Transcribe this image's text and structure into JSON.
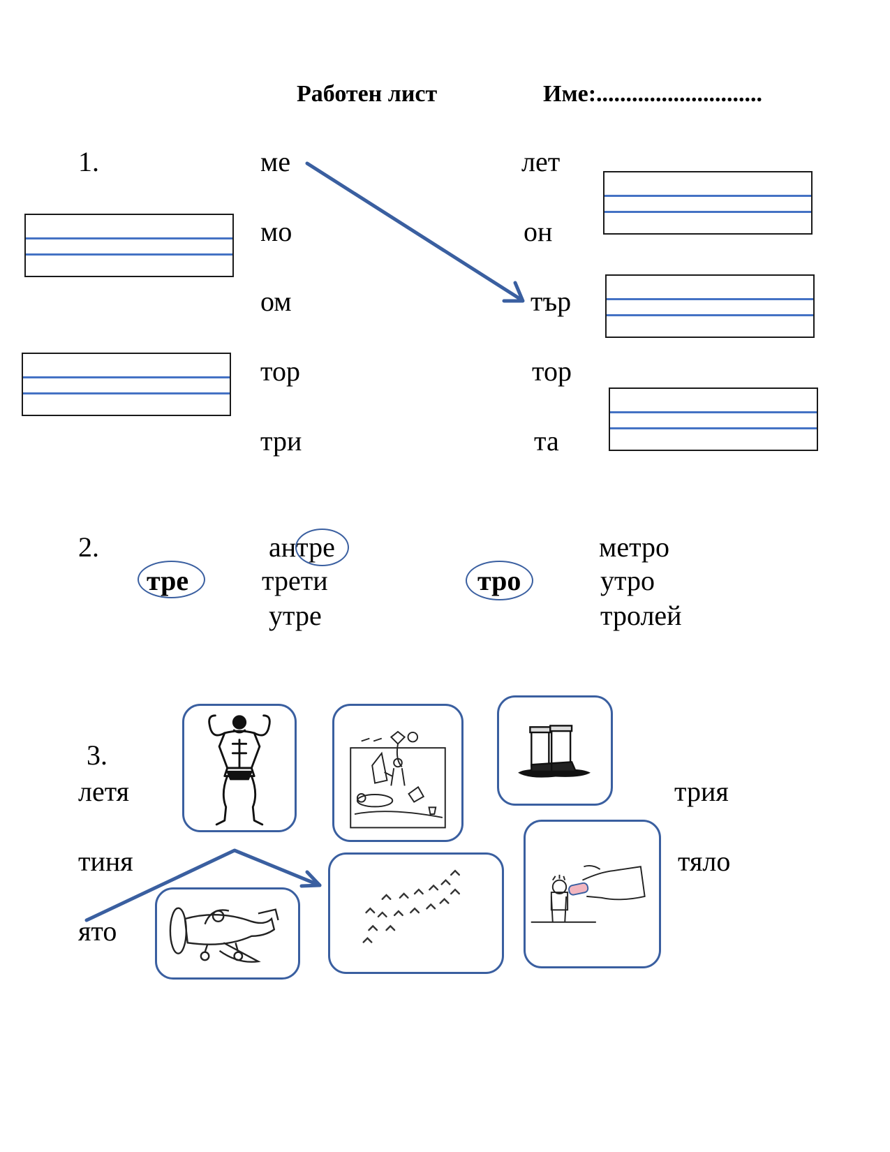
{
  "header": {
    "title": "Работен лист",
    "name_label": "Име:............................"
  },
  "task1": {
    "number": "1.",
    "left_syllables": [
      "ме",
      "мо",
      "ом",
      "тор",
      "три"
    ],
    "right_syllables": [
      "лет",
      "он",
      "тър",
      "тор",
      "та"
    ]
  },
  "task2": {
    "number": "2.",
    "group_a": {
      "key": "тре",
      "words": [
        "антре",
        "трети",
        "утре"
      ]
    },
    "group_b": {
      "key": "тро",
      "words": [
        "метро",
        "утро",
        "тролей"
      ]
    }
  },
  "task3": {
    "number": "3.",
    "left_words": [
      "летя",
      "тиня",
      "ято"
    ],
    "right_words": [
      "трия",
      "тяло"
    ],
    "pictures": [
      "bodybuilder-picture",
      "beach-picture",
      "boots-picture",
      "birds-flock-picture",
      "eraser-picture",
      "airplane-picture"
    ]
  },
  "colors": {
    "accent": "#3a5fa0",
    "line": "#4472c4"
  }
}
